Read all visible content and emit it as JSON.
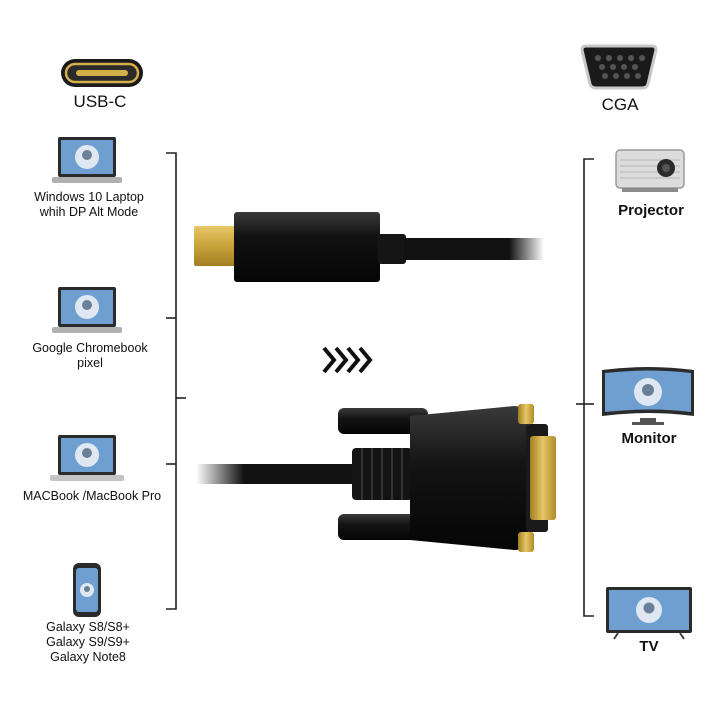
{
  "ports": {
    "usb_c_label": "USB-C",
    "cga_label": "CGA"
  },
  "sources": [
    {
      "label": "Windows 10 Laptop\nwhih DP Alt Mode",
      "icon": "laptop-icon"
    },
    {
      "label": "Google Chromebook\npixel",
      "icon": "laptop-icon"
    },
    {
      "label": "MACBook /MacBook Pro",
      "icon": "laptop-icon"
    },
    {
      "label": "Galaxy S8/S8+\nGalaxy S9/S9+\nGalaxy Note8",
      "icon": "phone-icon"
    }
  ],
  "outputs": [
    {
      "label": "Projector",
      "icon": "projector-icon"
    },
    {
      "label": "Monitor",
      "icon": "monitor-icon"
    },
    {
      "label": "TV",
      "icon": "tv-icon"
    }
  ],
  "colors": {
    "connector_gold": "#c9a23a",
    "cable_black": "#111111",
    "screen_blue": "#6f9ed0"
  }
}
